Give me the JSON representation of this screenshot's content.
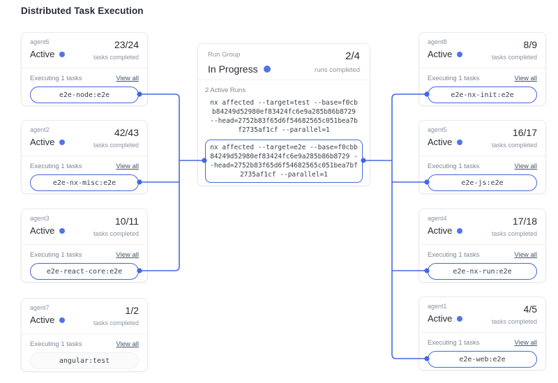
{
  "page": {
    "title": "Distributed Task Execution"
  },
  "colors": {
    "accent_blue": "#4468e2",
    "pill_border_blue": "#4166de",
    "status_dot_blue": "#4f74ee",
    "text_dark": "#272c35",
    "text_gray": "#8b93a1",
    "link_color": "#43536b",
    "card_border": "#e7e9ed"
  },
  "run_group": {
    "label": "Run Group",
    "status": "In Progress",
    "count": "2/4",
    "count_label": "runs completed",
    "active_runs_label": "2 Active Runs",
    "runs": [
      {
        "command": "nx affected --target=test --base=f0cbb84249d52980ef83424fc6e9a285b86b8729 --head=2752b83f65d6f54682565c051bea7bf2735af1cf --parallel=1"
      },
      {
        "command": "nx affected --target=e2e --base=f0cbb84249d52980ef83424fc6e9a285b86b8729 --head=2752b83f65d6f54682565c051bea7bf2735af1cf --parallel=1"
      }
    ]
  },
  "agents_left": [
    {
      "name": "agent6",
      "status": "Active",
      "count": "23/24",
      "count_label": "tasks completed",
      "executing_label": "Executing 1 tasks",
      "view_all": "View all",
      "task": "e2e-node:e2e"
    },
    {
      "name": "agent2",
      "status": "Active",
      "count": "42/43",
      "count_label": "tasks completed",
      "executing_label": "Executing 1 tasks",
      "view_all": "View all",
      "task": "e2e-nx-misc:e2e"
    },
    {
      "name": "agent3",
      "status": "Active",
      "count": "10/11",
      "count_label": "tasks completed",
      "executing_label": "Executing 1 tasks",
      "view_all": "View all",
      "task": "e2e-react-core:e2e"
    },
    {
      "name": "agent7",
      "status": "Active",
      "count": "1/2",
      "count_label": "tasks completed",
      "executing_label": "Executing 1 tasks",
      "view_all": "View all",
      "task": "angular:test"
    }
  ],
  "agents_right": [
    {
      "name": "agent8",
      "status": "Active",
      "count": "8/9",
      "count_label": "tasks completed",
      "executing_label": "Executing 1 tasks",
      "view_all": "View all",
      "task": "e2e-nx-init:e2e"
    },
    {
      "name": "agent5",
      "status": "Active",
      "count": "16/17",
      "count_label": "tasks completed",
      "executing_label": "Executing 1 tasks",
      "view_all": "View all",
      "task": "e2e-js:e2e"
    },
    {
      "name": "agent4",
      "status": "Active",
      "count": "17/18",
      "count_label": "tasks completed",
      "executing_label": "Executing 1 tasks",
      "view_all": "View all",
      "task": "e2e-nx-run:e2e"
    },
    {
      "name": "agent1",
      "status": "Active",
      "count": "4/5",
      "count_label": "tasks completed",
      "executing_label": "Executing 1 tasks",
      "view_all": "View all",
      "task": "e2e-web:e2e"
    }
  ]
}
